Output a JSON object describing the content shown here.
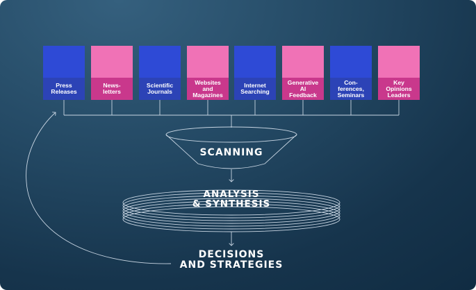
{
  "sources": [
    {
      "label": "Press\nReleases",
      "icon": "press-release-icon",
      "theme": "blue"
    },
    {
      "label": "News-\nletters",
      "icon": "envelope-icon",
      "theme": "pink"
    },
    {
      "label": "Scientific\nJournals",
      "icon": "journal-icon",
      "theme": "blue"
    },
    {
      "label": "Websites\nand\nMagazines",
      "icon": "website-icon",
      "theme": "pink"
    },
    {
      "label": "Internet\nSearching",
      "icon": "browser-search-icon",
      "theme": "blue"
    },
    {
      "label": "Generative\nAI\nFeedback",
      "icon": "chat-bubbles-icon",
      "theme": "pink"
    },
    {
      "label": "Con-\nferences,\nSeminars",
      "icon": "projector-icon",
      "theme": "blue"
    },
    {
      "label": "Key\nOpinions\nLeaders",
      "icon": "person-icon",
      "theme": "pink"
    }
  ],
  "stages": {
    "scanning": "SCANNING",
    "analysis": "ANALYSIS\n& SYNTHESIS",
    "decisions": "DECISIONS\nAND STRATEGIES"
  },
  "colors": {
    "blue_icon": "#2e4ad6",
    "blue_label": "#2c43b6",
    "pink_icon": "#f072b6",
    "pink_label": "#c9388c",
    "line": "#c9d6e3"
  }
}
